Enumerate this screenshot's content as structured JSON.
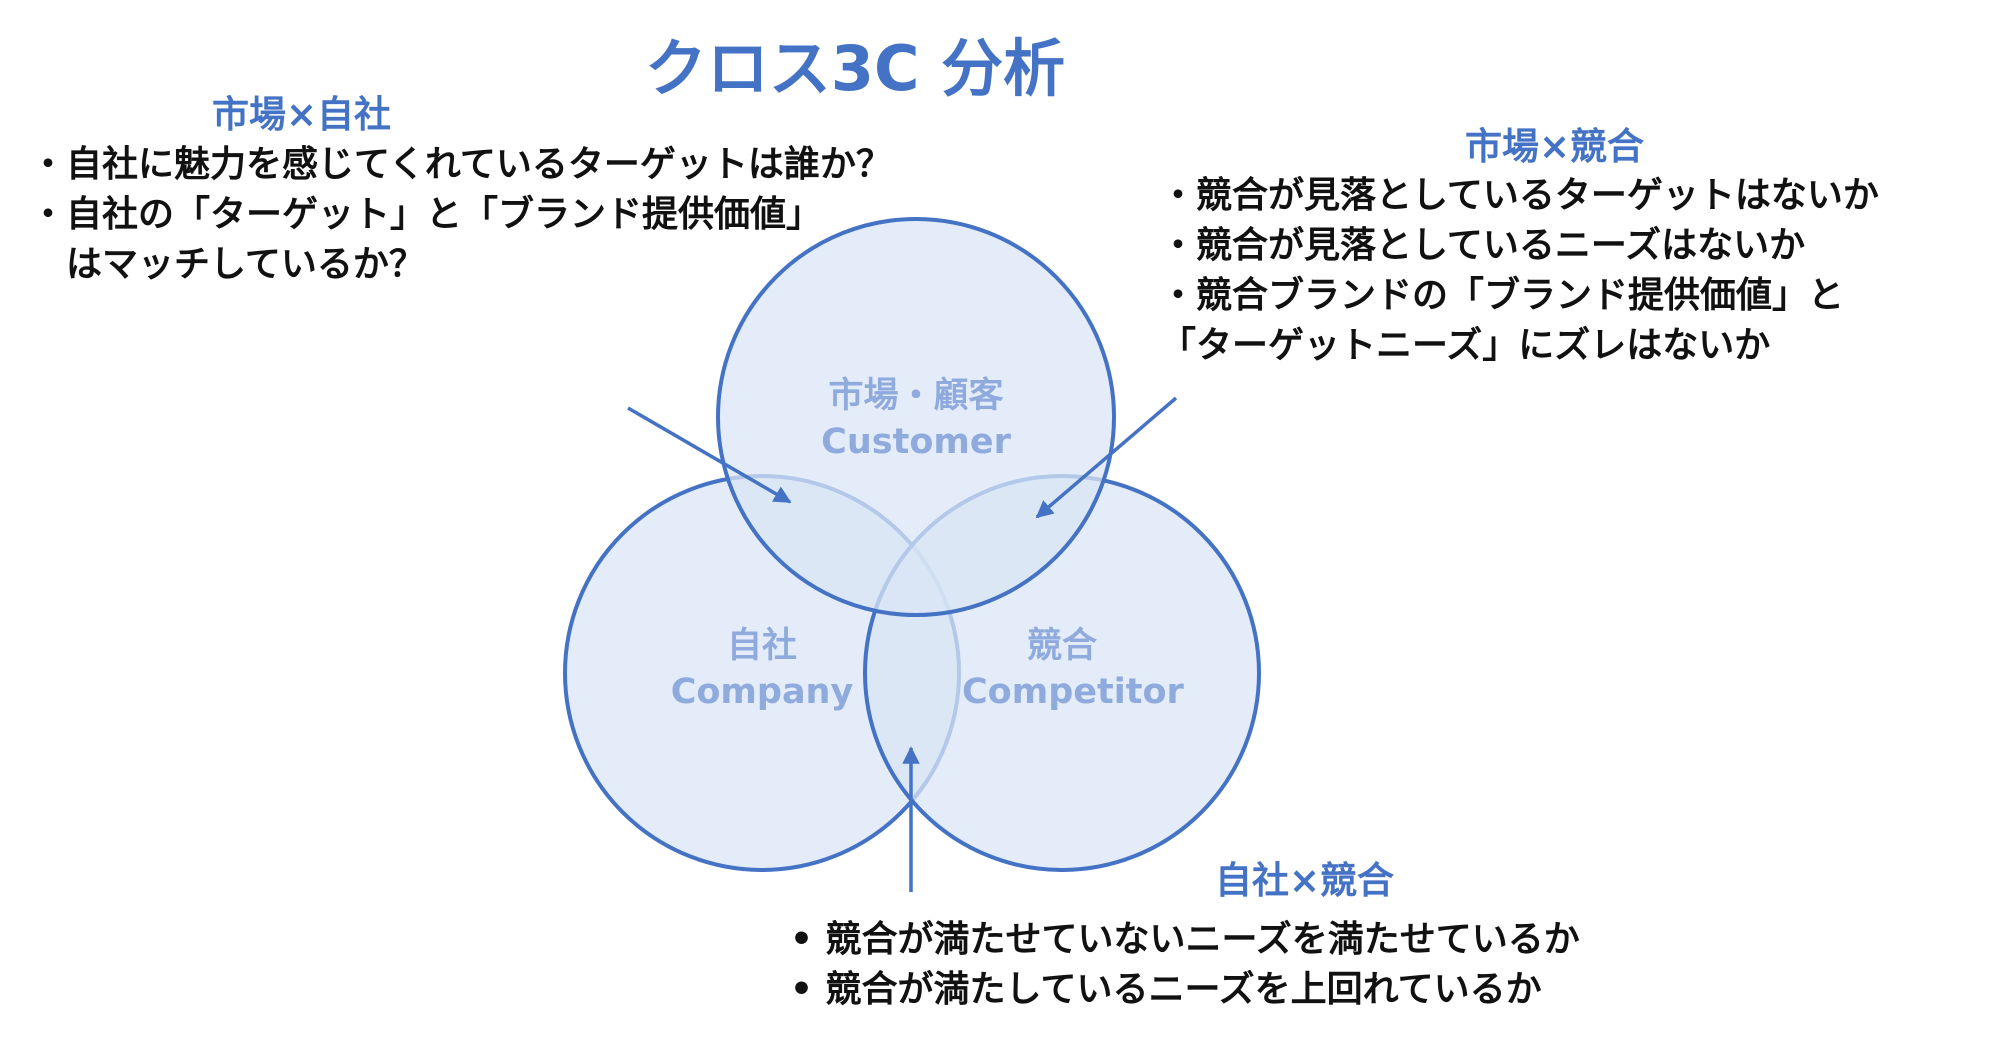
{
  "title": "クロス3C 分析",
  "circles": {
    "customer": {
      "jp": "市場・顧客",
      "en": "Customer"
    },
    "company": {
      "jp": "自社",
      "en": "Company"
    },
    "competitor": {
      "jp": "競合",
      "en": "Competitor"
    }
  },
  "market_company": {
    "heading": "市場×自社",
    "lines": [
      "・自社に魅力を感じてくれているターゲットは誰か？",
      "・自社の「ターゲット」と「ブランド提供価値」",
      "はマッチしているか？"
    ]
  },
  "market_competitor": {
    "heading": "市場×競合",
    "lines": [
      "・競合が見落としているターゲットはないか",
      "・競合が見落としているニーズはないか",
      "・競合ブランドの「ブランド提供価値」と",
      "「ターゲットニーズ」にズレはないか"
    ]
  },
  "company_competitor": {
    "heading": "自社×競合",
    "lines": [
      "•  競合が満たせていないニーズを満たせているか",
      "•  競合が満たしているニーズを上回れているか"
    ]
  },
  "colors": {
    "accent": "#4472c4",
    "circle_fill": "#dae6f6",
    "circle_label": "#8faadc",
    "text": "#111111"
  }
}
